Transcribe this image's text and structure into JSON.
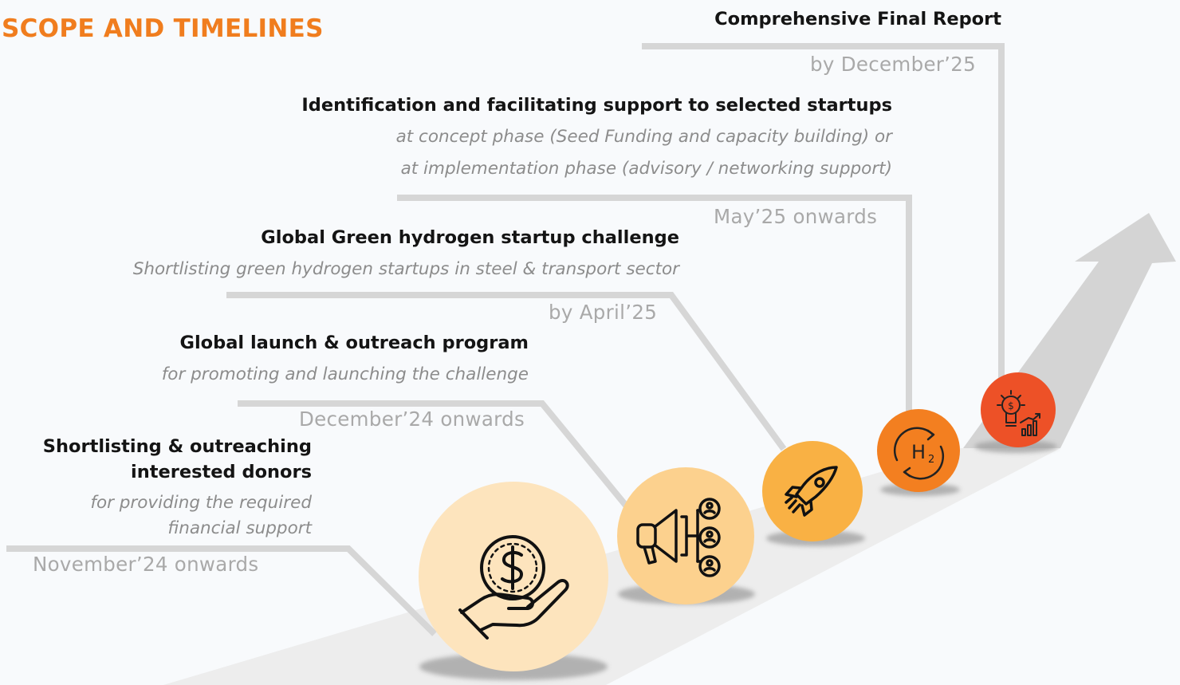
{
  "title": "SCOPE AND TIMELINES",
  "colors": {
    "accent": "#f07d1e",
    "path": "#d9d9d9",
    "stage1": "#fde4bd",
    "stage2": "#fcd18e",
    "stage3": "#f9b144",
    "stage4": "#f37f20",
    "stage5": "#ed5127"
  },
  "stages": [
    {
      "heading": [
        "Shortlisting & outreaching",
        "interested donors"
      ],
      "detail": [
        "for providing the required",
        "financial support"
      ],
      "timeline": "November’24 onwards",
      "icon": "hand-dollar-coin-icon"
    },
    {
      "heading": [
        "Global launch & outreach program"
      ],
      "detail": [
        "for promoting and launching the challenge"
      ],
      "timeline": "December’24 onwards",
      "icon": "megaphone-network-icon"
    },
    {
      "heading": [
        "Global Green hydrogen startup challenge"
      ],
      "detail": [
        "Shortlisting green hydrogen startups in steel & transport sector"
      ],
      "timeline": "by April’25",
      "icon": "rocket-icon"
    },
    {
      "heading": [
        "Identification and facilitating support to selected startups"
      ],
      "detail": [
        "at concept phase (Seed Funding and capacity building) or",
        "at implementation phase (advisory / networking support)"
      ],
      "timeline": "May’25 onwards",
      "icon": "hydrogen-cycle-icon"
    },
    {
      "heading": [
        "Comprehensive Final Report"
      ],
      "detail": [],
      "timeline": "by December’25",
      "icon": "idea-growth-icon"
    }
  ]
}
